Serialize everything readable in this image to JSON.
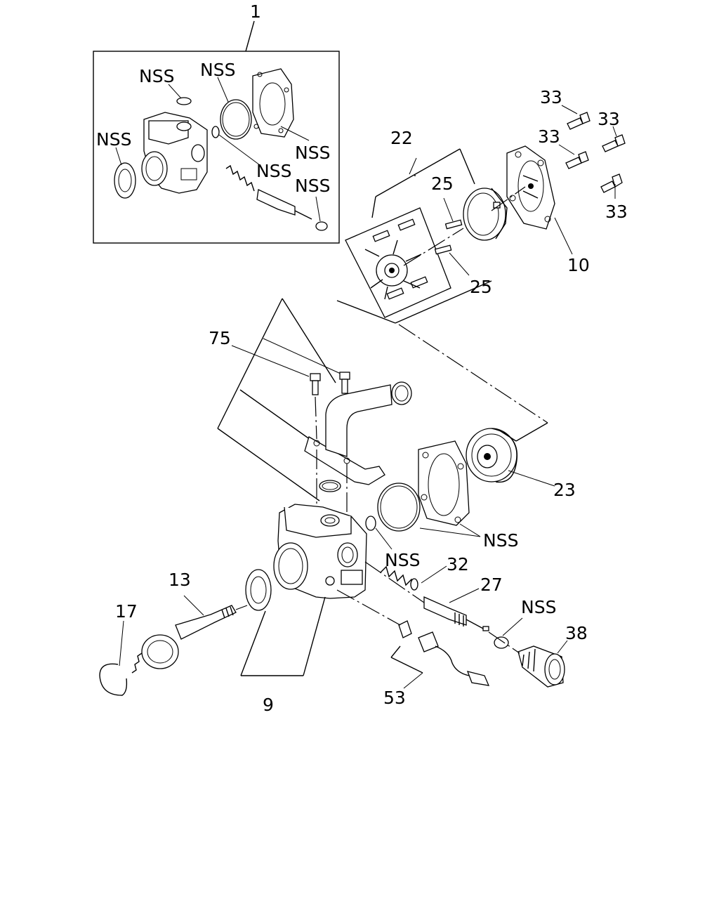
{
  "labels": {
    "p1": "1",
    "p9": "9",
    "p10": "10",
    "p13": "13",
    "p17": "17",
    "p22": "22",
    "p23": "23",
    "p25a": "25",
    "p25b": "25",
    "p27": "27",
    "p32": "32",
    "p33a": "33",
    "p33b": "33",
    "p33c": "33",
    "p33d": "33",
    "p38": "38",
    "p53": "53",
    "p75": "75",
    "nss_inset_top": "NSS",
    "nss_inset_ring": "NSS",
    "nss_inset_left": "NSS",
    "nss_inset_gasket": "NSS",
    "nss_inset_oring": "NSS",
    "nss_inset_valve": "NSS",
    "nss_main_gasket": "NSS",
    "nss_main_oring": "NSS",
    "nss_main_fitting": "NSS"
  }
}
